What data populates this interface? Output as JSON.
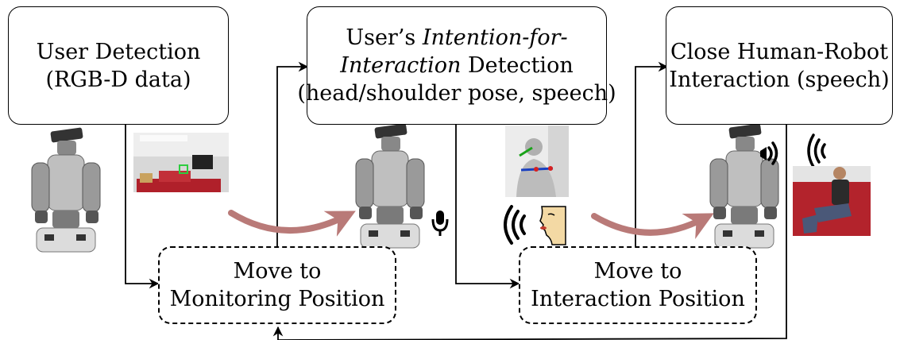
{
  "boxes": {
    "user_detection": {
      "line1": "User Detection",
      "line2": "(RGB-D data)"
    },
    "intention_detection": {
      "line1_prefix": "User’s ",
      "line1_italic": "Intention-for-",
      "line2_italic": "Interaction",
      "line2_suffix": " Detection",
      "line3": "(head/shoulder pose, speech)"
    },
    "close_interaction": {
      "line1": "Close Human-Robot",
      "line2": "Interaction (speech)"
    },
    "move_monitoring": {
      "line1": "Move to",
      "line2": "Monitoring Position"
    },
    "move_interaction": {
      "line1": "Move to",
      "line2": "Interaction Position"
    }
  },
  "icons": [
    "robot-icon",
    "camera-view-icon",
    "microphone-icon",
    "speech-waves-icon",
    "speaking-face-icon",
    "pose-pointcloud-icon",
    "speaker-waves-icon",
    "seated-user-photo-icon"
  ],
  "colors": {
    "curved_arrow": "#b97a78",
    "line": "#000000"
  }
}
